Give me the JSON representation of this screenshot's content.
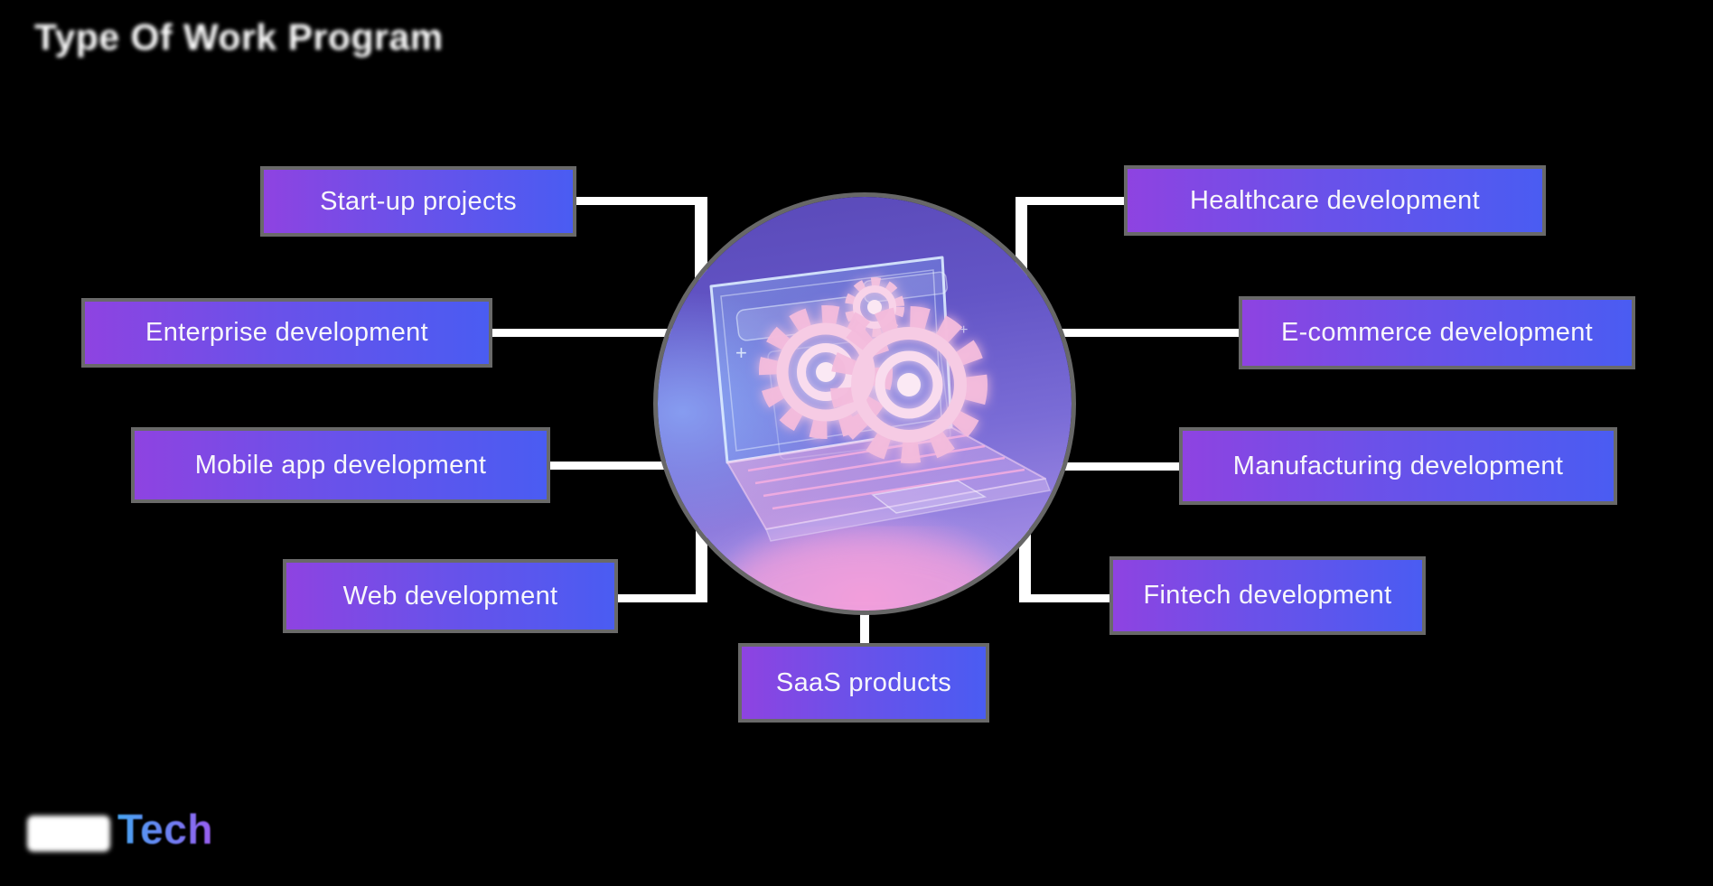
{
  "page": {
    "background_color": "#000000",
    "title": "Type Of Work Program"
  },
  "logo": {
    "mark_color": "#ffffff",
    "text": "Tech",
    "text_gradient": [
      "#47a4f2",
      "#9a5df0"
    ]
  },
  "diagram": {
    "center": {
      "illustration": "holographic-laptop-with-gears",
      "rim_color": "#676767"
    },
    "style": {
      "box_gradient_left": "#8e43e1",
      "box_gradient_right": "#4a5cf2",
      "box_border_color": "#696969",
      "box_text_color": "#f7f7fb",
      "connector_color": "#ffffff"
    },
    "nodes": [
      {
        "id": "startup",
        "label": "Start-up projects",
        "side": "left"
      },
      {
        "id": "enterprise",
        "label": "Enterprise development",
        "side": "left"
      },
      {
        "id": "mobile-app",
        "label": "Mobile app development",
        "side": "left"
      },
      {
        "id": "web",
        "label": "Web development",
        "side": "left"
      },
      {
        "id": "saas",
        "label": "SaaS products",
        "side": "bottom"
      },
      {
        "id": "healthcare",
        "label": "Healthcare development",
        "side": "right"
      },
      {
        "id": "ecommerce",
        "label": "E-commerce development",
        "side": "right"
      },
      {
        "id": "manufacturing",
        "label": "Manufacturing development",
        "side": "right"
      },
      {
        "id": "fintech",
        "label": "Fintech development",
        "side": "right"
      }
    ]
  }
}
